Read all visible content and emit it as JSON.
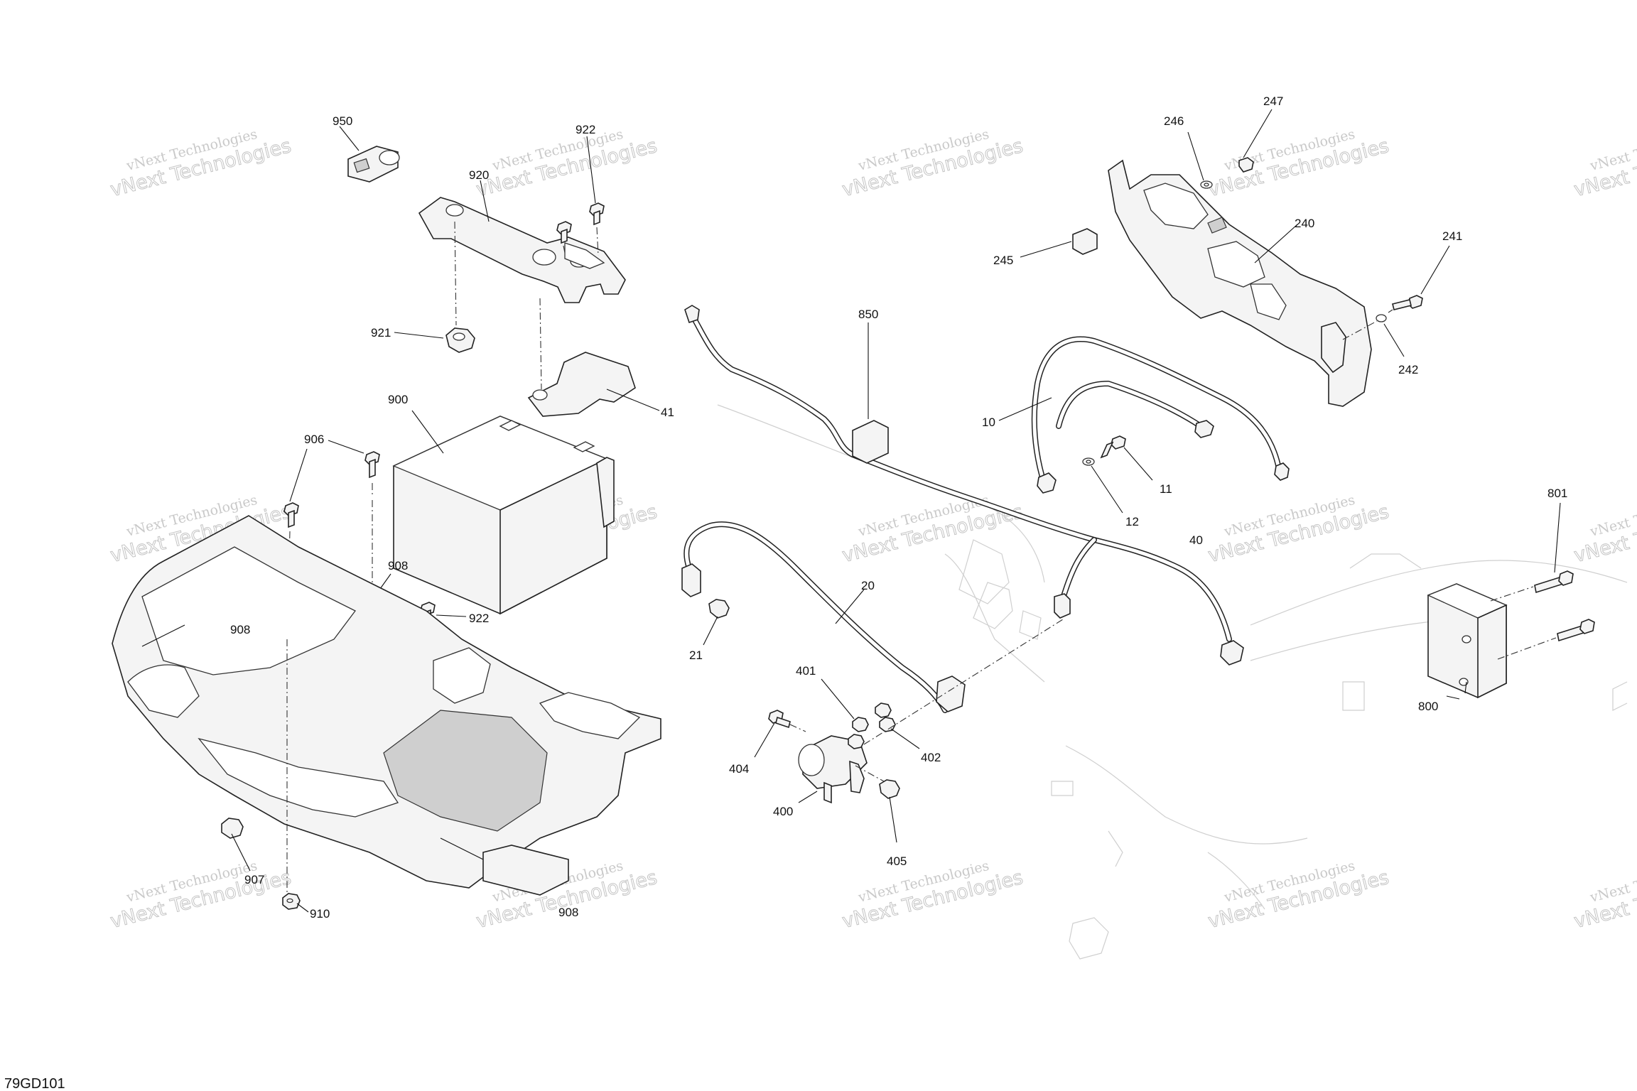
{
  "diagram_code": "79GD101",
  "watermark": {
    "line1": "vNext Technologies",
    "line2": "vNext Technologies"
  },
  "callouts": {
    "c950": "950",
    "c922a": "922",
    "c920": "920",
    "c921": "921",
    "c41": "41",
    "c900": "900",
    "c906": "906",
    "c908a": "908",
    "c908b": "908",
    "c922b": "922",
    "c907": "907",
    "c910": "910",
    "c908c": "908",
    "c850": "850",
    "c20": "20",
    "c21": "21",
    "c401": "401",
    "c402": "402",
    "c404": "404",
    "c400": "400",
    "c405": "405",
    "c40": "40",
    "c10": "10",
    "c11": "11",
    "c12": "12",
    "c246": "246",
    "c247": "247",
    "c240": "240",
    "c245": "245",
    "c241": "241",
    "c242": "242",
    "c801": "801",
    "c800": "800"
  }
}
